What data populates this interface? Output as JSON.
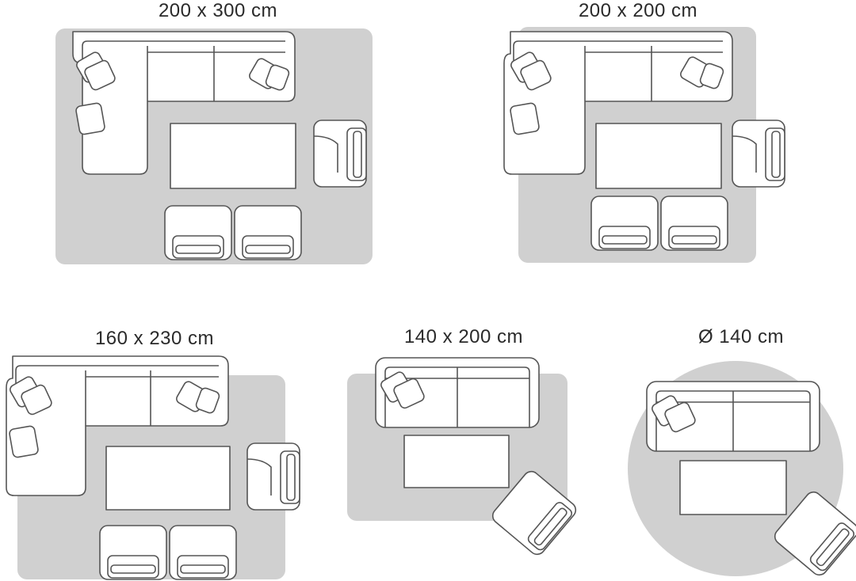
{
  "layouts": [
    {
      "size_label": "200 x 300 cm"
    },
    {
      "size_label": "200 x 200 cm"
    },
    {
      "size_label": "160 x 230 cm"
    },
    {
      "size_label": "140 x 200 cm"
    },
    {
      "size_label": "Ø 140 cm"
    }
  ],
  "colors": {
    "rug": "#d0d0d0",
    "furniture_fill": "#ffffff",
    "outline": "#555555",
    "text": "#2a2a2a"
  }
}
